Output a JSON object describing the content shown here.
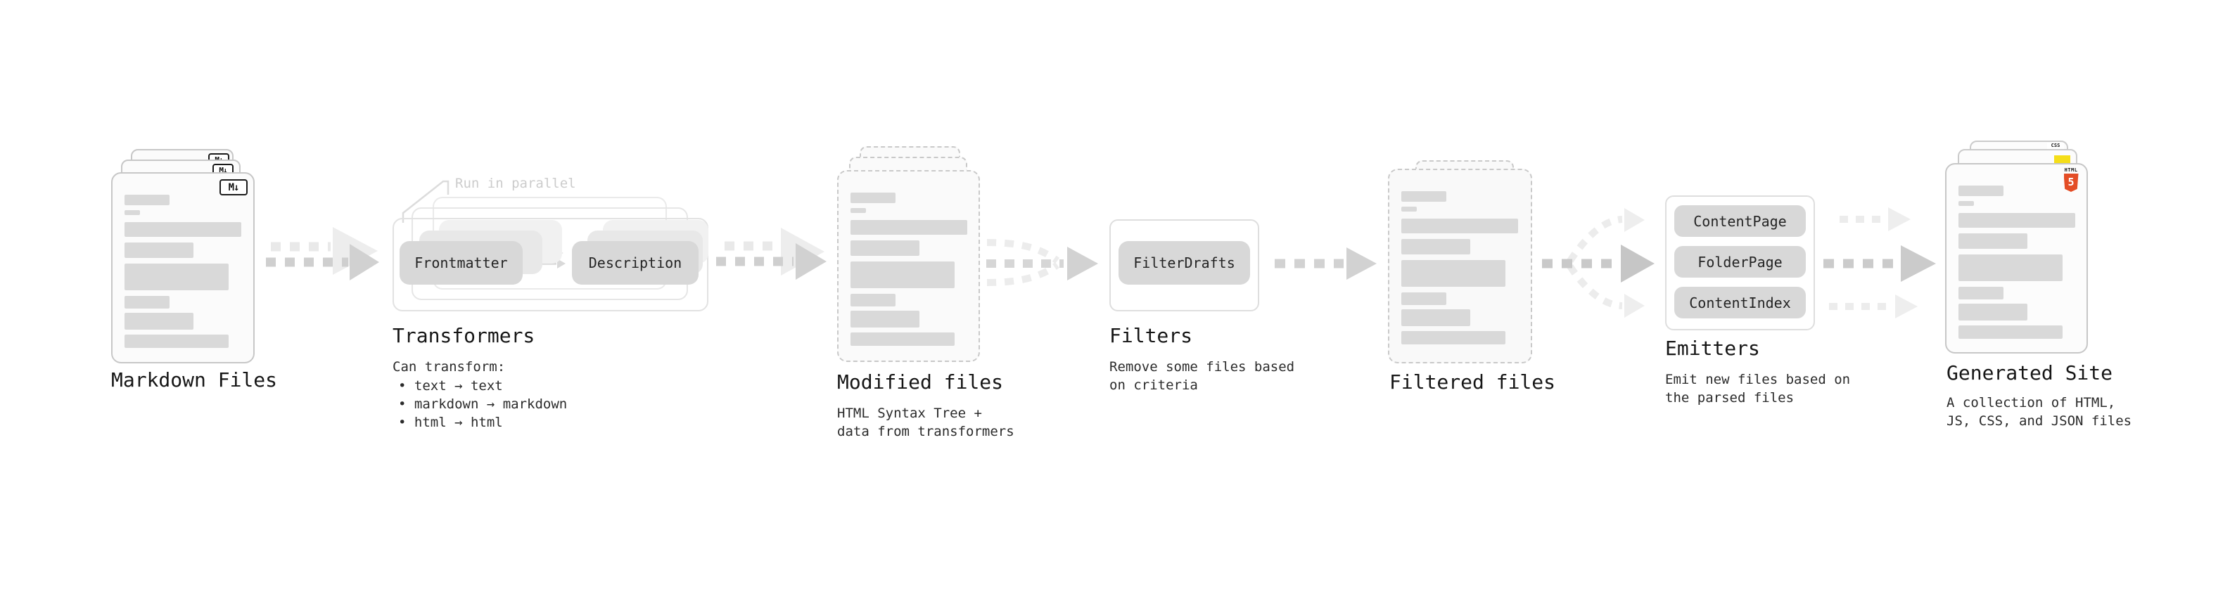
{
  "diagram": {
    "stages": {
      "markdown_files": {
        "title": "Markdown Files",
        "badge": "M↓"
      },
      "transformers": {
        "title": "Transformers",
        "annotation": "Run in parallel",
        "pill_left": "Frontmatter",
        "pill_right": "Description",
        "description": "Can transform:",
        "bullets": [
          "• text → text",
          "• markdown → markdown",
          "• html → html"
        ]
      },
      "modified_files": {
        "title": "Modified files",
        "description": [
          "HTML Syntax Tree +",
          "data from transformers"
        ]
      },
      "filters": {
        "title": "Filters",
        "pill": "FilterDrafts",
        "description": [
          "Remove some files based",
          "on criteria"
        ]
      },
      "filtered_files": {
        "title": "Filtered files"
      },
      "emitters": {
        "title": "Emitters",
        "pills": [
          "ContentPage",
          "FolderPage",
          "ContentIndex"
        ],
        "description": [
          "Emit new files based on",
          "the parsed files"
        ]
      },
      "generated_site": {
        "title": "Generated Site",
        "description": [
          "A collection of HTML,",
          "JS, CSS, and JSON files"
        ],
        "badges": {
          "css_label": "CSS",
          "html_label": "HTML",
          "html_number": "5"
        }
      }
    },
    "colors": {
      "pill_fill": "#d8d8d8",
      "bar_fill": "#d9d9d9",
      "arrow": "#d0d0d0",
      "arrow_faint": "#ececec",
      "annotation_text": "#cccccc",
      "html5_orange": "#e44d26",
      "js_yellow": "#f5de19",
      "css_blue": "#2965f1"
    }
  }
}
